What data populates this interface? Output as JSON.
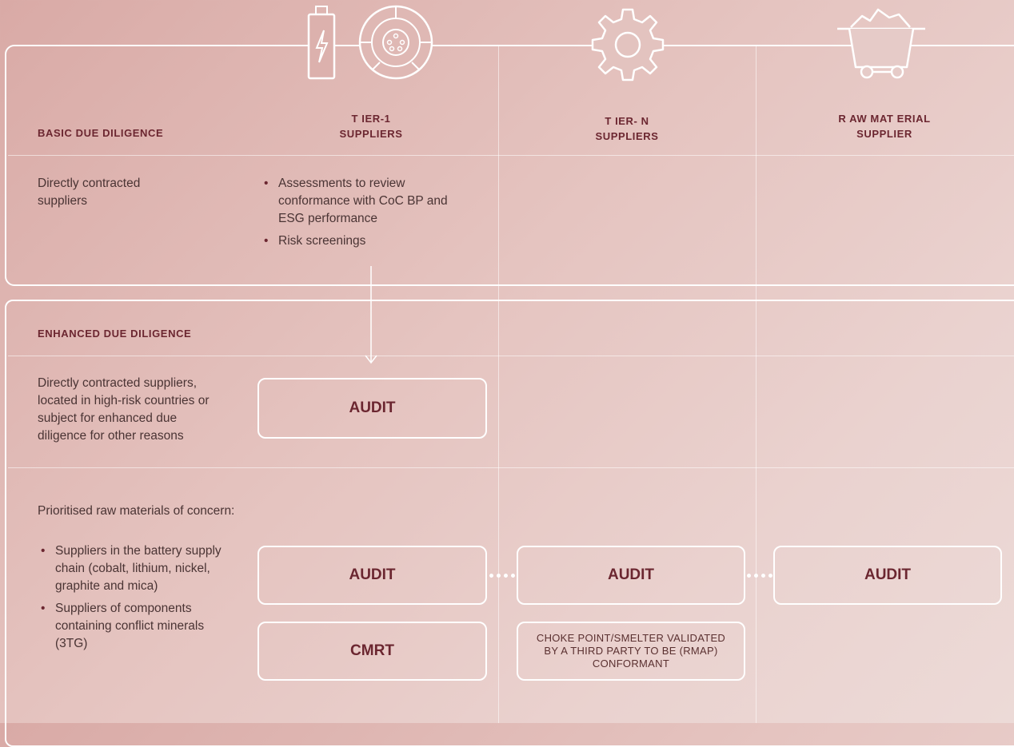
{
  "headers": {
    "basic": "BASIC DUE DILIGENCE",
    "tier1": "T IER-1\nSUPPLIERS",
    "tiern": "T IER- N\nSUPPLIERS",
    "raw": "R AW MAT ERIAL\nSUPPLIER"
  },
  "basic_row": {
    "label": "Directly contracted\nsuppliers",
    "bullets": [
      "Assessments to review conformance with CoC BP and ESG performance",
      "Risk screenings"
    ]
  },
  "enhanced": {
    "title": "ENHANCED DUE DILIGENCE",
    "row1_label": "Directly contracted suppliers, located in high-risk countries or subject for enhanced due diligence for other reasons",
    "row1_box": "AUDIT",
    "row2_intro": "Prioritised raw materials of concern:",
    "row2_bullets": [
      "Suppliers in the battery supply chain (cobalt, lithium, nickel, graphite and mica)",
      "Suppliers of components containing conflict minerals (3TG)"
    ],
    "row2_boxes": {
      "tier1_audit": "AUDIT",
      "tiern_audit": "AUDIT",
      "raw_audit": "AUDIT",
      "cmrt": "CMRT",
      "smelter": "CHOKE POINT/SMELTER VALIDATED BY A THIRD PARTY TO BE (RMAP) CONFORMANT"
    }
  },
  "icons": [
    "battery-icon",
    "wheel-icon",
    "gear-icon",
    "mine-cart-icon"
  ],
  "colors": {
    "accent": "#6b2630",
    "line": "#ffffff"
  }
}
